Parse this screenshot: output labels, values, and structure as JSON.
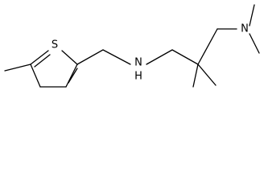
{
  "molecule": {
    "atoms": {
      "sulfur": "S",
      "amine_nitrogen": "N",
      "amine_hydrogen": "H",
      "dimethylamino_nitrogen": "N"
    }
  }
}
